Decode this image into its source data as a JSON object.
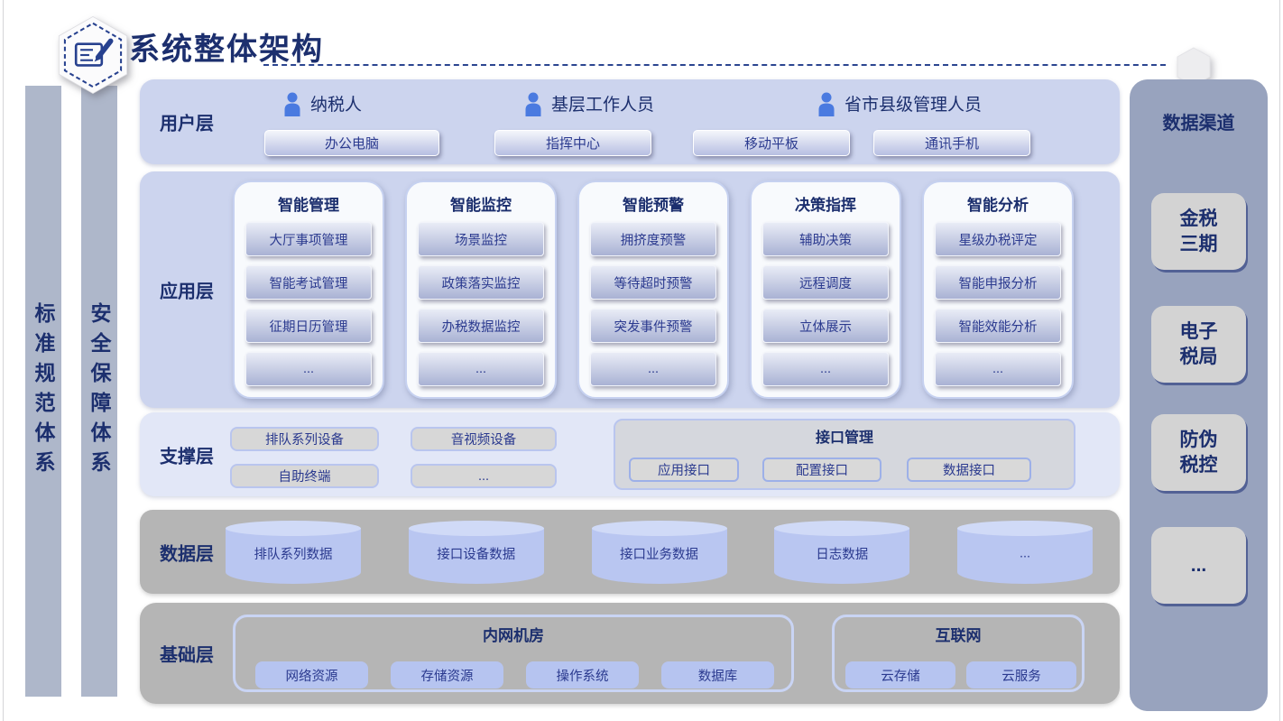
{
  "title": {
    "text": "系统整体架构"
  },
  "left_bars": [
    "标准规范体系",
    "安全保障体系"
  ],
  "layers": {
    "user": {
      "label": "用户层",
      "roles": [
        "纳税人",
        "基层工作人员",
        "省市县级管理人员"
      ],
      "devices": [
        "办公电脑",
        "指挥中心",
        "移动平板",
        "通讯手机"
      ]
    },
    "app": {
      "label": "应用层",
      "columns": [
        {
          "title": "智能管理",
          "items": [
            "大厅事项管理",
            "智能考试管理",
            "征期日历管理",
            "..."
          ]
        },
        {
          "title": "智能监控",
          "items": [
            "场景监控",
            "政策落实监控",
            "办税数据监控",
            "..."
          ]
        },
        {
          "title": "智能预警",
          "items": [
            "拥挤度预警",
            "等待超时预警",
            "突发事件预警",
            "..."
          ]
        },
        {
          "title": "决策指挥",
          "items": [
            "辅助决策",
            "远程调度",
            "立体展示",
            "..."
          ]
        },
        {
          "title": "智能分析",
          "items": [
            "星级办税评定",
            "智能申报分析",
            "智能效能分析",
            "..."
          ]
        }
      ]
    },
    "support": {
      "label": "支撑层",
      "devices": [
        "排队系列设备",
        "音视频设备",
        "自助终端",
        "..."
      ],
      "interface": {
        "title": "接口管理",
        "items": [
          "应用接口",
          "配置接口",
          "数据接口"
        ]
      }
    },
    "data": {
      "label": "数据层",
      "cylinders": [
        "排队系列数据",
        "接口设备数据",
        "接口业务数据",
        "日志数据",
        "..."
      ]
    },
    "base": {
      "label": "基础层",
      "groups": [
        {
          "title": "内网机房",
          "items": [
            "网络资源",
            "存储资源",
            "操作系统",
            "数据库"
          ]
        },
        {
          "title": "互联网",
          "items": [
            "云存储",
            "云服务"
          ]
        }
      ]
    }
  },
  "right_panel": {
    "title": "数据渠道",
    "channels": [
      "金税\n三期",
      "电子\n税局",
      "防伪\n税控",
      "..."
    ]
  },
  "colors": {
    "navy_text": "#1c2f6e",
    "item_text": "#2b3a8f",
    "person_blue": "#4a7ae0",
    "band_periwinkle": "#ccd4ee",
    "band_light": "#e2e7f7",
    "band_gray": "#b5b5b5",
    "panel_gray_blue": "#98a3be",
    "bar_gray_blue": "#aeb7ca"
  }
}
